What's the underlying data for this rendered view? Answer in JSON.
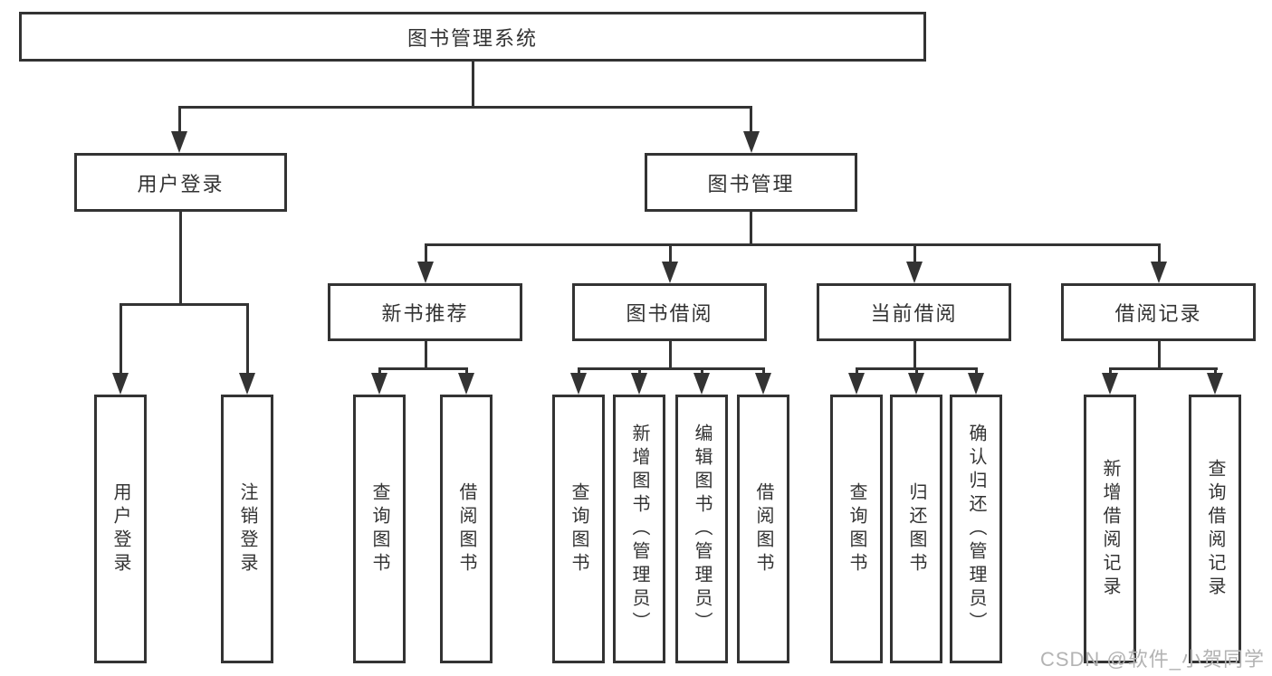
{
  "tree": {
    "root": "图书管理系统",
    "branches": [
      {
        "label": "用户登录",
        "leaves": [
          "用户登录",
          "注销登录"
        ]
      },
      {
        "label": "图书管理",
        "groups": [
          {
            "label": "新书推荐",
            "leaves": [
              "查询图书",
              "借阅图书"
            ]
          },
          {
            "label": "图书借阅",
            "leaves": [
              "查询图书",
              "新增图书（管理员）",
              "编辑图书（管理员）",
              "借阅图书"
            ]
          },
          {
            "label": "当前借阅",
            "leaves": [
              "查询图书",
              "归还图书",
              "确认归还（管理员）"
            ]
          },
          {
            "label": "借阅记录",
            "leaves": [
              "新增借阅记录",
              "查询借阅记录"
            ]
          }
        ]
      }
    ]
  },
  "watermark": {
    "text": "CSDN @软件_小贺同学"
  },
  "colors": {
    "line": "#333333",
    "text": "#333333",
    "watermark": "#b3b3b3",
    "background": "#ffffff"
  }
}
